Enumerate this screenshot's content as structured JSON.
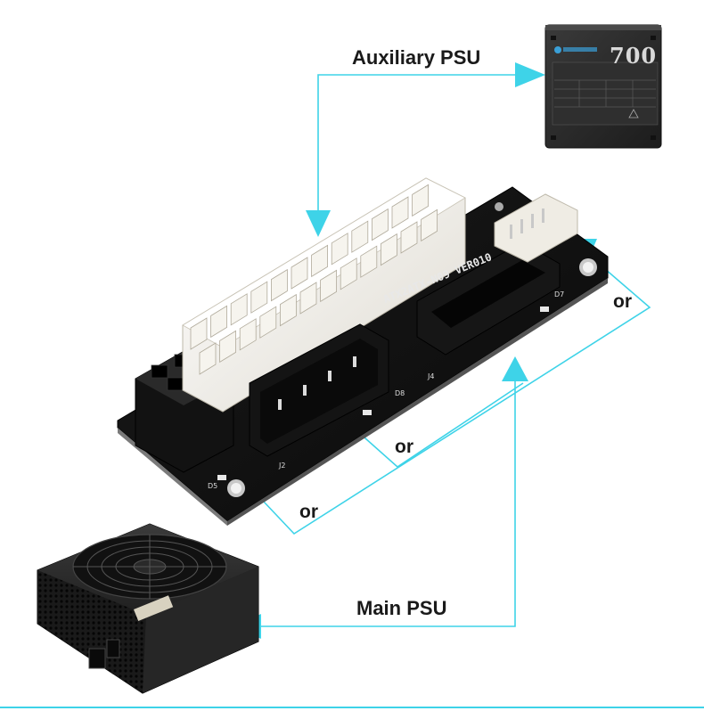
{
  "labels": {
    "auxiliary_psu": "Auxiliary PSU",
    "main_psu": "Main PSU",
    "or_right": "or",
    "or_middle": "or",
    "or_left": "or"
  },
  "auxiliary_psu_unit": {
    "rating": "700"
  },
  "adapter_board": {
    "model_text": "ATX2ATX-N09 VER010",
    "silkscreen": {
      "j2": "J2",
      "j4": "J4",
      "d5": "D5",
      "d7": "D7",
      "d8": "D8"
    }
  },
  "colors": {
    "arrow_cyan": "#3ed3e8",
    "pcb_black": "#111111",
    "connector_white": "#f2f0ea",
    "psu_body": "#2b2b2b"
  },
  "icons": {
    "fan": "fan-grille-icon",
    "arrow": "cyan-arrowhead-icon"
  }
}
